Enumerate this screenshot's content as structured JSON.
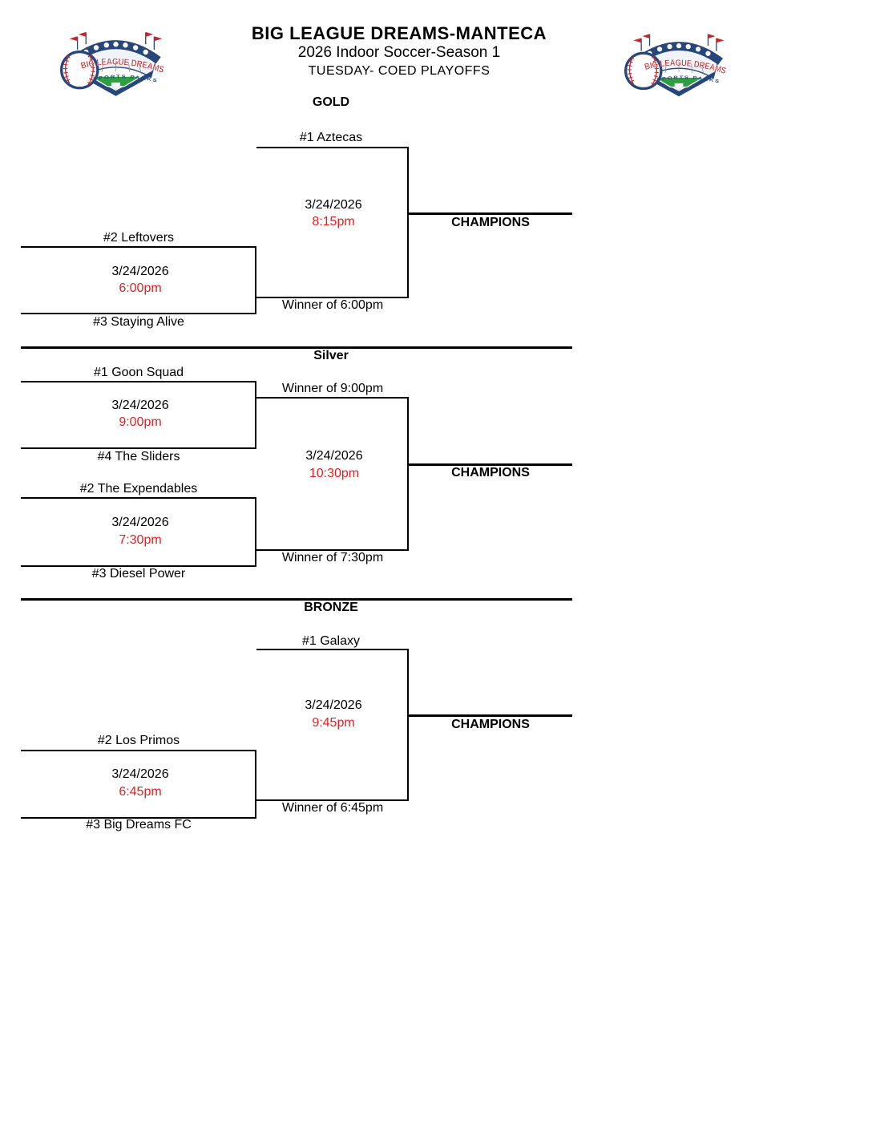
{
  "header": {
    "title": "BIG LEAGUE DREAMS-MANTECA",
    "subtitle": "2026 Indoor Soccer-Season 1",
    "subtitle2": "TUESDAY- COED PLAYOFFS",
    "logo": {
      "name": "BIG LEAGUE DREAMS",
      "tagline": "SPORTS PARKS"
    }
  },
  "colors": {
    "time_red": "#ee1c1c",
    "line_black": "#000000",
    "logo_navy": "#27477a",
    "logo_red": "#c5262c",
    "logo_green": "#2f9e41"
  },
  "brackets": [
    {
      "division": "GOLD",
      "bye_team": "#1 Aztecas",
      "final": {
        "date": "3/24/2026",
        "time": "8:15pm"
      },
      "champions_label": "CHAMPIONS",
      "game1": {
        "top_team": "#2 Leftovers",
        "date": "3/24/2026",
        "time": "6:00pm",
        "winner_label": "Winner of 6:00pm",
        "bottom_team": "#3 Staying Alive"
      }
    },
    {
      "division": "Silver",
      "final": {
        "date": "3/24/2026",
        "time": "10:30pm"
      },
      "champions_label": "CHAMPIONS",
      "game1": {
        "top_team": "#1 Goon Squad",
        "date": "3/24/2026",
        "time": "9:00pm",
        "winner_label": "Winner of 9:00pm",
        "bottom_team": "#4 The Sliders"
      },
      "game2": {
        "top_team": "#2 The Expendables",
        "date": "3/24/2026",
        "time": "7:30pm",
        "winner_label": "Winner of 7:30pm",
        "bottom_team": "#3 Diesel Power"
      }
    },
    {
      "division": "BRONZE",
      "bye_team": "#1 Galaxy",
      "final": {
        "date": "3/24/2026",
        "time": "9:45pm"
      },
      "champions_label": "CHAMPIONS",
      "game1": {
        "top_team": "#2 Los Primos",
        "date": "3/24/2026",
        "time": "6:45pm",
        "winner_label": "Winner of 6:45pm",
        "bottom_team": "#3 Big Dreams FC"
      }
    }
  ]
}
